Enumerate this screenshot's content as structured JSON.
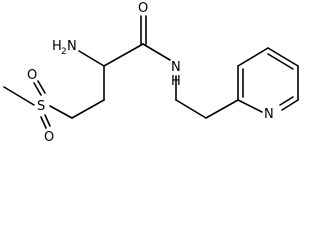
{
  "molecule": {
    "atoms": {
      "oxygen_carbonyl": "O",
      "amine_N": "N",
      "amine_H": "H",
      "amine_H_count": "2",
      "amide_N": "N",
      "amide_H": "H",
      "sulfur": "S",
      "oxygen_sulfonyl_upper": "O",
      "oxygen_sulfonyl_lower": "O",
      "pyridine_N": "N"
    }
  }
}
